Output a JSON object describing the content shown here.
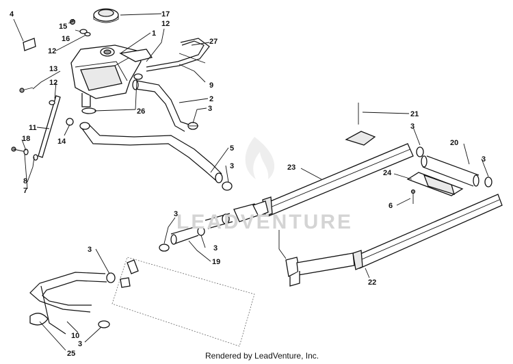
{
  "callouts": {
    "c17": "17",
    "c4": "4",
    "c15": "15",
    "c16": "16",
    "c12a": "12",
    "c12b": "12",
    "c1": "1",
    "c27": "27",
    "c13": "13",
    "c12c": "12",
    "c9": "9",
    "c2": "2",
    "c26": "26",
    "c3a": "3",
    "c11": "11",
    "c14": "14",
    "c18": "18",
    "c8": "8",
    "c7": "7",
    "c5": "5",
    "c3b": "3",
    "c21": "21",
    "c3c": "3",
    "c20": "20",
    "c3d": "3",
    "c23": "23",
    "c24": "24",
    "c6": "6",
    "c3e": "3",
    "c3f": "3",
    "c19": "19",
    "c3g": "3",
    "c22": "22",
    "c10": "10",
    "c3h": "3",
    "c25": "25"
  },
  "watermark": "LEADVENTURE",
  "footer": "Rendered by LeadVenture, Inc."
}
